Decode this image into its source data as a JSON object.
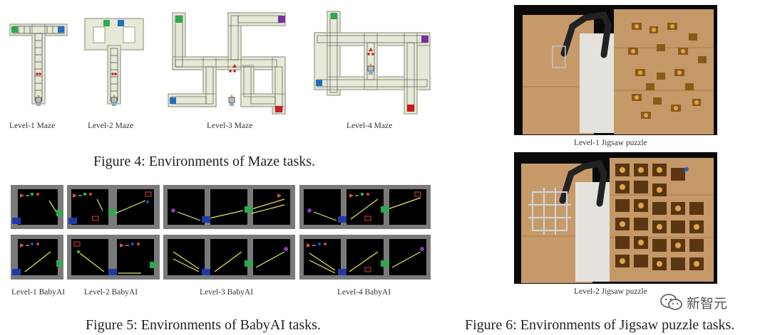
{
  "maze_figure": {
    "levels": [
      {
        "label": "Level-1 Maze"
      },
      {
        "label": "Level-2 Maze"
      },
      {
        "label": "Level-3 Maze"
      },
      {
        "label": "Level-4 Maze"
      }
    ],
    "caption": "Figure 4: Environments of Maze tasks."
  },
  "babyai_figure": {
    "levels": [
      {
        "label": "Level-1 BabyAI"
      },
      {
        "label": "Level-2 BabyAI"
      },
      {
        "label": "Level-3 BabyAI"
      },
      {
        "label": "Level-4 BabyAI"
      }
    ],
    "caption": "Figure 5: Environments of BabyAI tasks."
  },
  "jigsaw_figure": {
    "panels": [
      {
        "label": "Level-1 Jigsaw puzzle"
      },
      {
        "label": "Level-2 Jigsaw puzzle"
      }
    ],
    "caption": "Figure 6: Environments of Jigsaw puzzle tasks."
  },
  "watermark": {
    "text": "新智元"
  },
  "colors": {
    "maze_wall": "#e6e8d8",
    "maze_wall_stroke": "#a9ad98",
    "green_goal": "#2fa84f",
    "blue_goal": "#1f6fc0",
    "red_goal": "#c81e1e",
    "purple_goal": "#7a2fa0",
    "babyai_bg": "#7a7a7a",
    "babyai_cell": "#000000",
    "babyai_line": "#e8e85a",
    "table_wood": "#c79a6a",
    "sim_bg": "#0a0a0a"
  }
}
